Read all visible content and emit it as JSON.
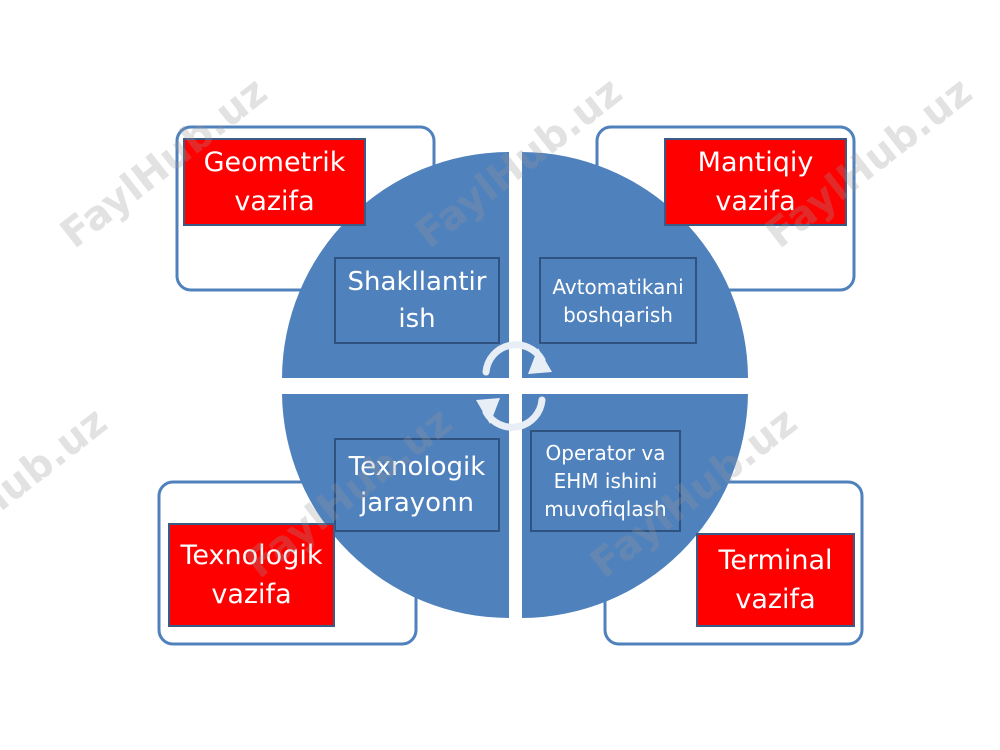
{
  "colors": {
    "circle": "#4f81bd",
    "frame_stroke": "#4f81bd",
    "red_box": "#ff0000",
    "box_border": "#2f5280",
    "text": "#ffffff"
  },
  "quadrants": [
    {
      "id": "top-left",
      "inner": "Shakllantir\nish",
      "outer": "Geometrik\nvazifa"
    },
    {
      "id": "top-right",
      "inner": "Avtomatikani\nboshqarish",
      "outer": "Mantiqiy\nvazifa"
    },
    {
      "id": "bottom-left",
      "inner": "Texnologik\njarayonn",
      "outer": "Texnologik\nvazifa"
    },
    {
      "id": "bottom-right",
      "inner": "Operator va\nEHM ishini\nmuvofiqlash",
      "outer": "Terminal\nvazifa"
    }
  ],
  "watermark": "FaylHub.uz",
  "icons": [
    "cycle-arrows-icon"
  ]
}
